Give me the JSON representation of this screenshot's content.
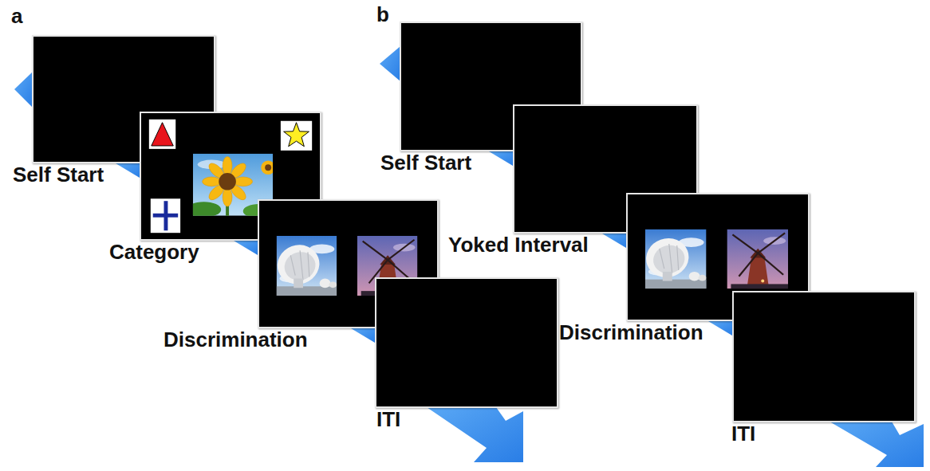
{
  "diagram": {
    "nodes": [
      {
        "text": [
          "Self Start"
        ]
      },
      {
        "text": [
          "Category"
        ]
      },
      {
        "text": [
          "Discrimination"
        ]
      },
      {
        "text": [
          "ITI"
        ]
      },
      {
        "text": [
          "Self Start"
        ]
      },
      {
        "text": [
          "Yoked Interval"
        ]
      },
      {
        "text": [
          "Discrimination"
        ]
      },
      {
        "text": [
          "ITI"
        ]
      }
    ],
    "edges": [
      {
        "from": 0,
        "to": 1,
        "arrow": "to"
      },
      {
        "from": 1,
        "to": 2,
        "arrow": "to"
      },
      {
        "from": 2,
        "to": 3,
        "arrow": "to"
      },
      {
        "from": 4,
        "to": 5,
        "arrow": "to"
      },
      {
        "from": 5,
        "to": 6,
        "arrow": "to"
      },
      {
        "from": 6,
        "to": 7,
        "arrow": "to"
      }
    ],
    "labels": [
      "a",
      "b"
    ]
  }
}
